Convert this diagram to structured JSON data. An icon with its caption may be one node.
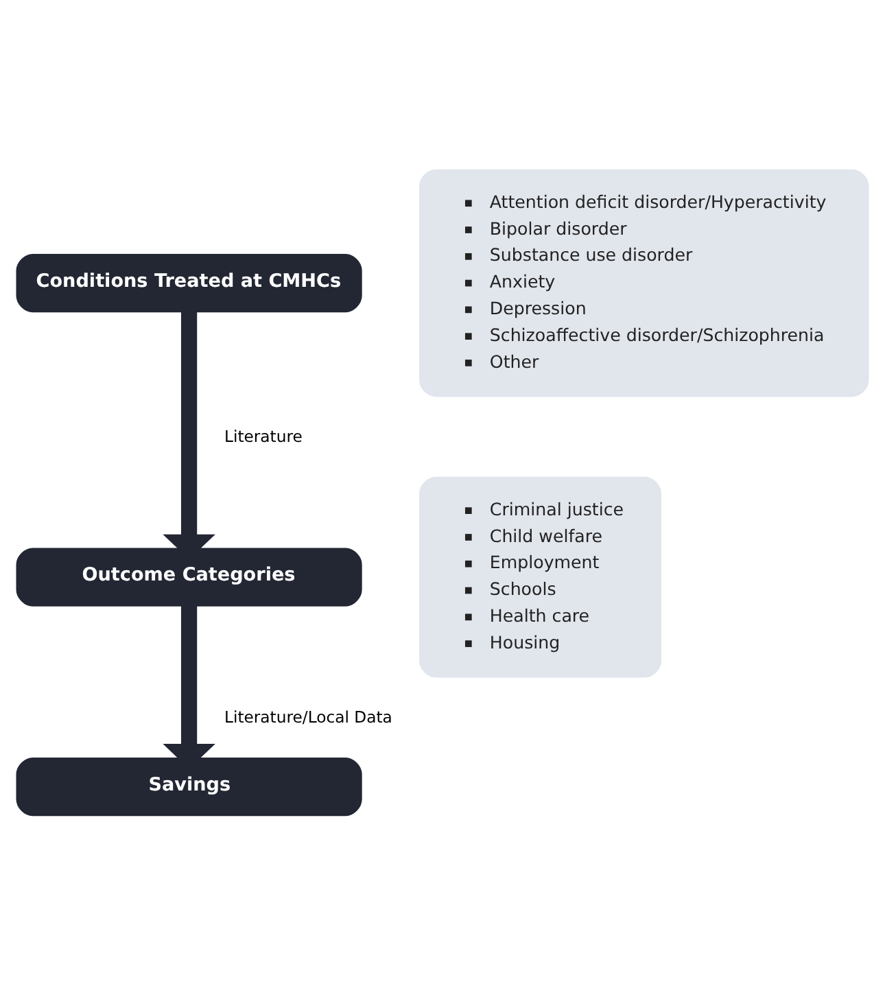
{
  "diagram": {
    "nodes": [
      {
        "text": [
          "Conditions Treated at CMHCs"
        ]
      },
      {
        "text": [
          "Attention deficit disorder/Hyperactivity",
          "Bipolar disorder",
          "Substance use disorder",
          "Anxiety",
          "Depression",
          "Schizoaffective disorder/Schizophrenia",
          "Other"
        ]
      },
      {
        "text": [
          "Outcome Categories"
        ]
      },
      {
        "text": [
          "Criminal justice",
          "Child welfare",
          "Employment",
          "Schools",
          "Health care",
          "Housing"
        ]
      },
      {
        "text": [
          "Savings"
        ]
      }
    ],
    "edges": [
      {
        "from": 0,
        "to": 2,
        "arrow": "to",
        "label": "Literature"
      },
      {
        "from": 2,
        "to": 4,
        "arrow": "to",
        "label": "Literature/Local Data"
      }
    ]
  }
}
